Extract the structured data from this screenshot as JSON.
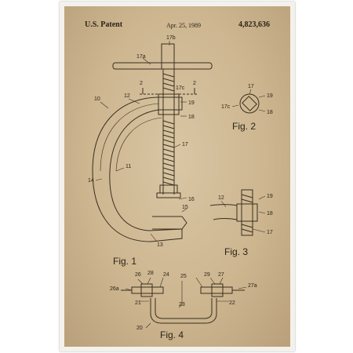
{
  "header": {
    "left": "U.S. Patent",
    "date": "Apr. 25, 1989",
    "number": "4,823,636"
  },
  "figures": {
    "fig1": "Fig. 1",
    "fig2": "Fig. 2",
    "fig3": "Fig. 3",
    "fig4": "Fig. 4"
  },
  "callouts": {
    "c17b": "17b",
    "c17a": "17a",
    "c10": "10",
    "c12": "12",
    "c2a": "2",
    "c2b": "2",
    "c17c": "17c",
    "c19": "19",
    "c18": "18",
    "c17": "17",
    "c11": "11",
    "c14": "14",
    "c16": "16",
    "c15": "15",
    "c13": "13",
    "f2_17": "17",
    "f2_19": "19",
    "f2_17c": "17c",
    "f2_18": "18",
    "f3_12": "12",
    "f3_19": "19",
    "f3_18": "18",
    "f3_17": "17",
    "f4_26": "26",
    "f4_28": "28",
    "f4_24": "24",
    "f4_25": "25",
    "f4_29": "29",
    "f4_27": "27",
    "f4_26a": "26a",
    "f4_27a": "27a",
    "f4_21": "21",
    "f4_23": "23",
    "f4_22": "22",
    "f4_20": "20"
  }
}
